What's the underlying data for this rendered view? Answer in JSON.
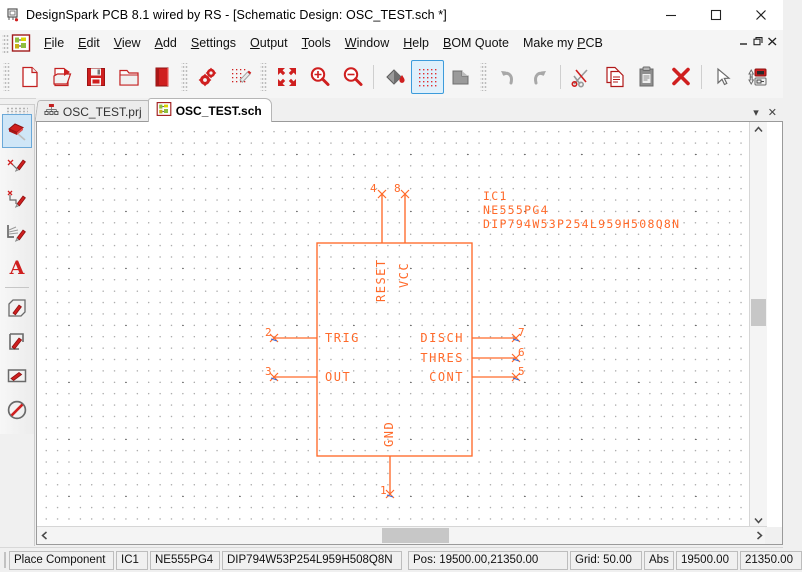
{
  "window": {
    "title": "DesignSpark PCB 8.1 wired by RS - [Schematic Design: OSC_TEST.sch *]",
    "app_icon": "pcb-board-icon",
    "buttons": [
      {
        "name": "minimize-button",
        "glyph": "minimize-icon"
      },
      {
        "name": "maximize-button",
        "glyph": "maximize-icon"
      },
      {
        "name": "close-button",
        "glyph": "close-icon"
      }
    ]
  },
  "menubar": {
    "app_icon": "designspark-app-icon",
    "items": [
      {
        "label": "File",
        "accel": "F"
      },
      {
        "label": "Edit",
        "accel": "E"
      },
      {
        "label": "View",
        "accel": "V"
      },
      {
        "label": "Add",
        "accel": "A"
      },
      {
        "label": "Settings",
        "accel": "S"
      },
      {
        "label": "Output",
        "accel": "O"
      },
      {
        "label": "Tools",
        "accel": "T"
      },
      {
        "label": "Window",
        "accel": "W"
      },
      {
        "label": "Help",
        "accel": "H"
      },
      {
        "label": "BOM Quote",
        "accel": "B"
      },
      {
        "label": "Make my PCB",
        "accel": "P"
      }
    ],
    "mdi_buttons": [
      "mdi-minimize",
      "mdi-restore",
      "mdi-close"
    ]
  },
  "toolbar": {
    "groups": [
      {
        "buttons": [
          {
            "name": "new-file-button",
            "icon": "new-document-icon",
            "selected": false
          },
          {
            "name": "open-file-button",
            "icon": "open-folder-icon",
            "selected": false
          },
          {
            "name": "save-file-button",
            "icon": "floppy-save-icon",
            "selected": false
          },
          {
            "name": "open-project-button",
            "icon": "folder-icon",
            "selected": false
          },
          {
            "name": "library-button",
            "icon": "book-icon",
            "selected": false
          }
        ]
      },
      {
        "buttons": [
          {
            "name": "settings-button",
            "icon": "gears-icon",
            "selected": false
          },
          {
            "name": "grid-settings-button",
            "icon": "grid-pencil-icon",
            "selected": false
          }
        ]
      },
      {
        "buttons": [
          {
            "name": "zoom-fit-button",
            "icon": "zoom-fit-arrows-icon",
            "selected": false
          },
          {
            "name": "zoom-in-button",
            "icon": "magnifier-plus-icon",
            "selected": false
          },
          {
            "name": "zoom-out-button",
            "icon": "magnifier-minus-icon",
            "selected": false
          }
        ]
      },
      {
        "buttons": [
          {
            "name": "fill-colour-button",
            "icon": "paint-bucket-icon",
            "selected": false
          },
          {
            "name": "toggle-grid-button",
            "icon": "grid-dots-icon",
            "selected": true
          },
          {
            "name": "layers-button",
            "icon": "layer-corner-icon",
            "selected": false
          }
        ]
      },
      {
        "buttons": [
          {
            "name": "undo-button",
            "icon": "undo-arrow-icon",
            "selected": false
          },
          {
            "name": "redo-button",
            "icon": "redo-arrow-icon",
            "selected": false
          }
        ]
      },
      {
        "buttons": [
          {
            "name": "cut-button",
            "icon": "scissors-icon",
            "selected": false
          },
          {
            "name": "copy-button",
            "icon": "copy-pages-icon",
            "selected": false
          },
          {
            "name": "paste-button",
            "icon": "clipboard-icon",
            "selected": false
          },
          {
            "name": "delete-button",
            "icon": "red-x-icon",
            "selected": false
          }
        ]
      },
      {
        "buttons": [
          {
            "name": "select-tool-button",
            "icon": "cursor-arrow-icon",
            "selected": false
          },
          {
            "name": "swap-layers-button",
            "icon": "updown-swap-icon",
            "selected": false
          }
        ]
      }
    ]
  },
  "tabs": {
    "items": [
      {
        "label": "OSC_TEST.prj",
        "icon": "project-tree-icon",
        "active": false,
        "name": "tab-osc-test-prj"
      },
      {
        "label": "OSC_TEST.sch",
        "icon": "schematic-icon",
        "active": true,
        "name": "tab-osc-test-sch"
      }
    ],
    "nav": [
      {
        "name": "tab-scroll-down-icon",
        "glyph": "▾"
      },
      {
        "name": "tab-close-icon",
        "glyph": "✕"
      }
    ]
  },
  "left_toolbar": {
    "buttons": [
      {
        "name": "edit-component-tool",
        "icon": "component-pencil-icon",
        "selected": true
      },
      {
        "name": "edit-net-tool",
        "icon": "net-pencil-icon",
        "selected": false
      },
      {
        "name": "edit-connection-tool",
        "icon": "connection-pencil-icon",
        "selected": false
      },
      {
        "name": "edit-bus-tool",
        "icon": "bus-pencil-icon",
        "selected": false
      },
      {
        "name": "edit-text-tool",
        "icon": "text-a-icon",
        "selected": false
      },
      {
        "name": "edit-shape-tool",
        "icon": "shape-pencil-icon",
        "selected": false
      },
      {
        "name": "edit-polyline-tool",
        "icon": "polyline-pencil-icon",
        "selected": false
      },
      {
        "name": "edit-rectangle-tool",
        "icon": "rectangle-pencil-icon",
        "selected": false
      },
      {
        "name": "no-edit-tool",
        "icon": "no-entry-icon",
        "selected": false
      }
    ]
  },
  "canvas": {
    "grid_colors": {
      "minor_dot": "#9a9a9a",
      "major_dot": "#303030",
      "component_outline": "#ff6a2a",
      "wire": "#ff6a2a",
      "pin_cross": "#3b6ad4",
      "highlight_green": "#3cb54a"
    },
    "component": {
      "ref": "IC1",
      "part": "NE555PG4",
      "package": "DIP794W53P254L959H508Q8N",
      "pins": [
        {
          "number": "4",
          "label": "RESET",
          "side": "top"
        },
        {
          "number": "8",
          "label": "VCC",
          "side": "top"
        },
        {
          "number": "2",
          "label": "TRIG",
          "side": "left"
        },
        {
          "number": "3",
          "label": "OUT",
          "side": "left"
        },
        {
          "number": "7",
          "label": "DISCH",
          "side": "right"
        },
        {
          "number": "6",
          "label": "THRES",
          "side": "right"
        },
        {
          "number": "5",
          "label": "CONT",
          "side": "right"
        },
        {
          "number": "1",
          "label": "GND",
          "side": "bottom"
        }
      ]
    }
  },
  "statusbar": {
    "cells": [
      {
        "name": "status-mode",
        "text": "Place Component"
      },
      {
        "name": "status-component-ref",
        "text": "IC1"
      },
      {
        "name": "status-component-part",
        "text": "NE555PG4"
      },
      {
        "name": "status-component-package",
        "text": "DIP794W53P254L959H508Q8N"
      },
      {
        "name": "status-position",
        "text": "Pos: 19500.00,21350.00"
      },
      {
        "name": "status-grid",
        "text": "Grid: 50.00"
      },
      {
        "name": "status-coord-mode",
        "text": "Abs"
      },
      {
        "name": "status-x",
        "text": "19500.00"
      },
      {
        "name": "status-y",
        "text": "21350.00"
      }
    ]
  }
}
